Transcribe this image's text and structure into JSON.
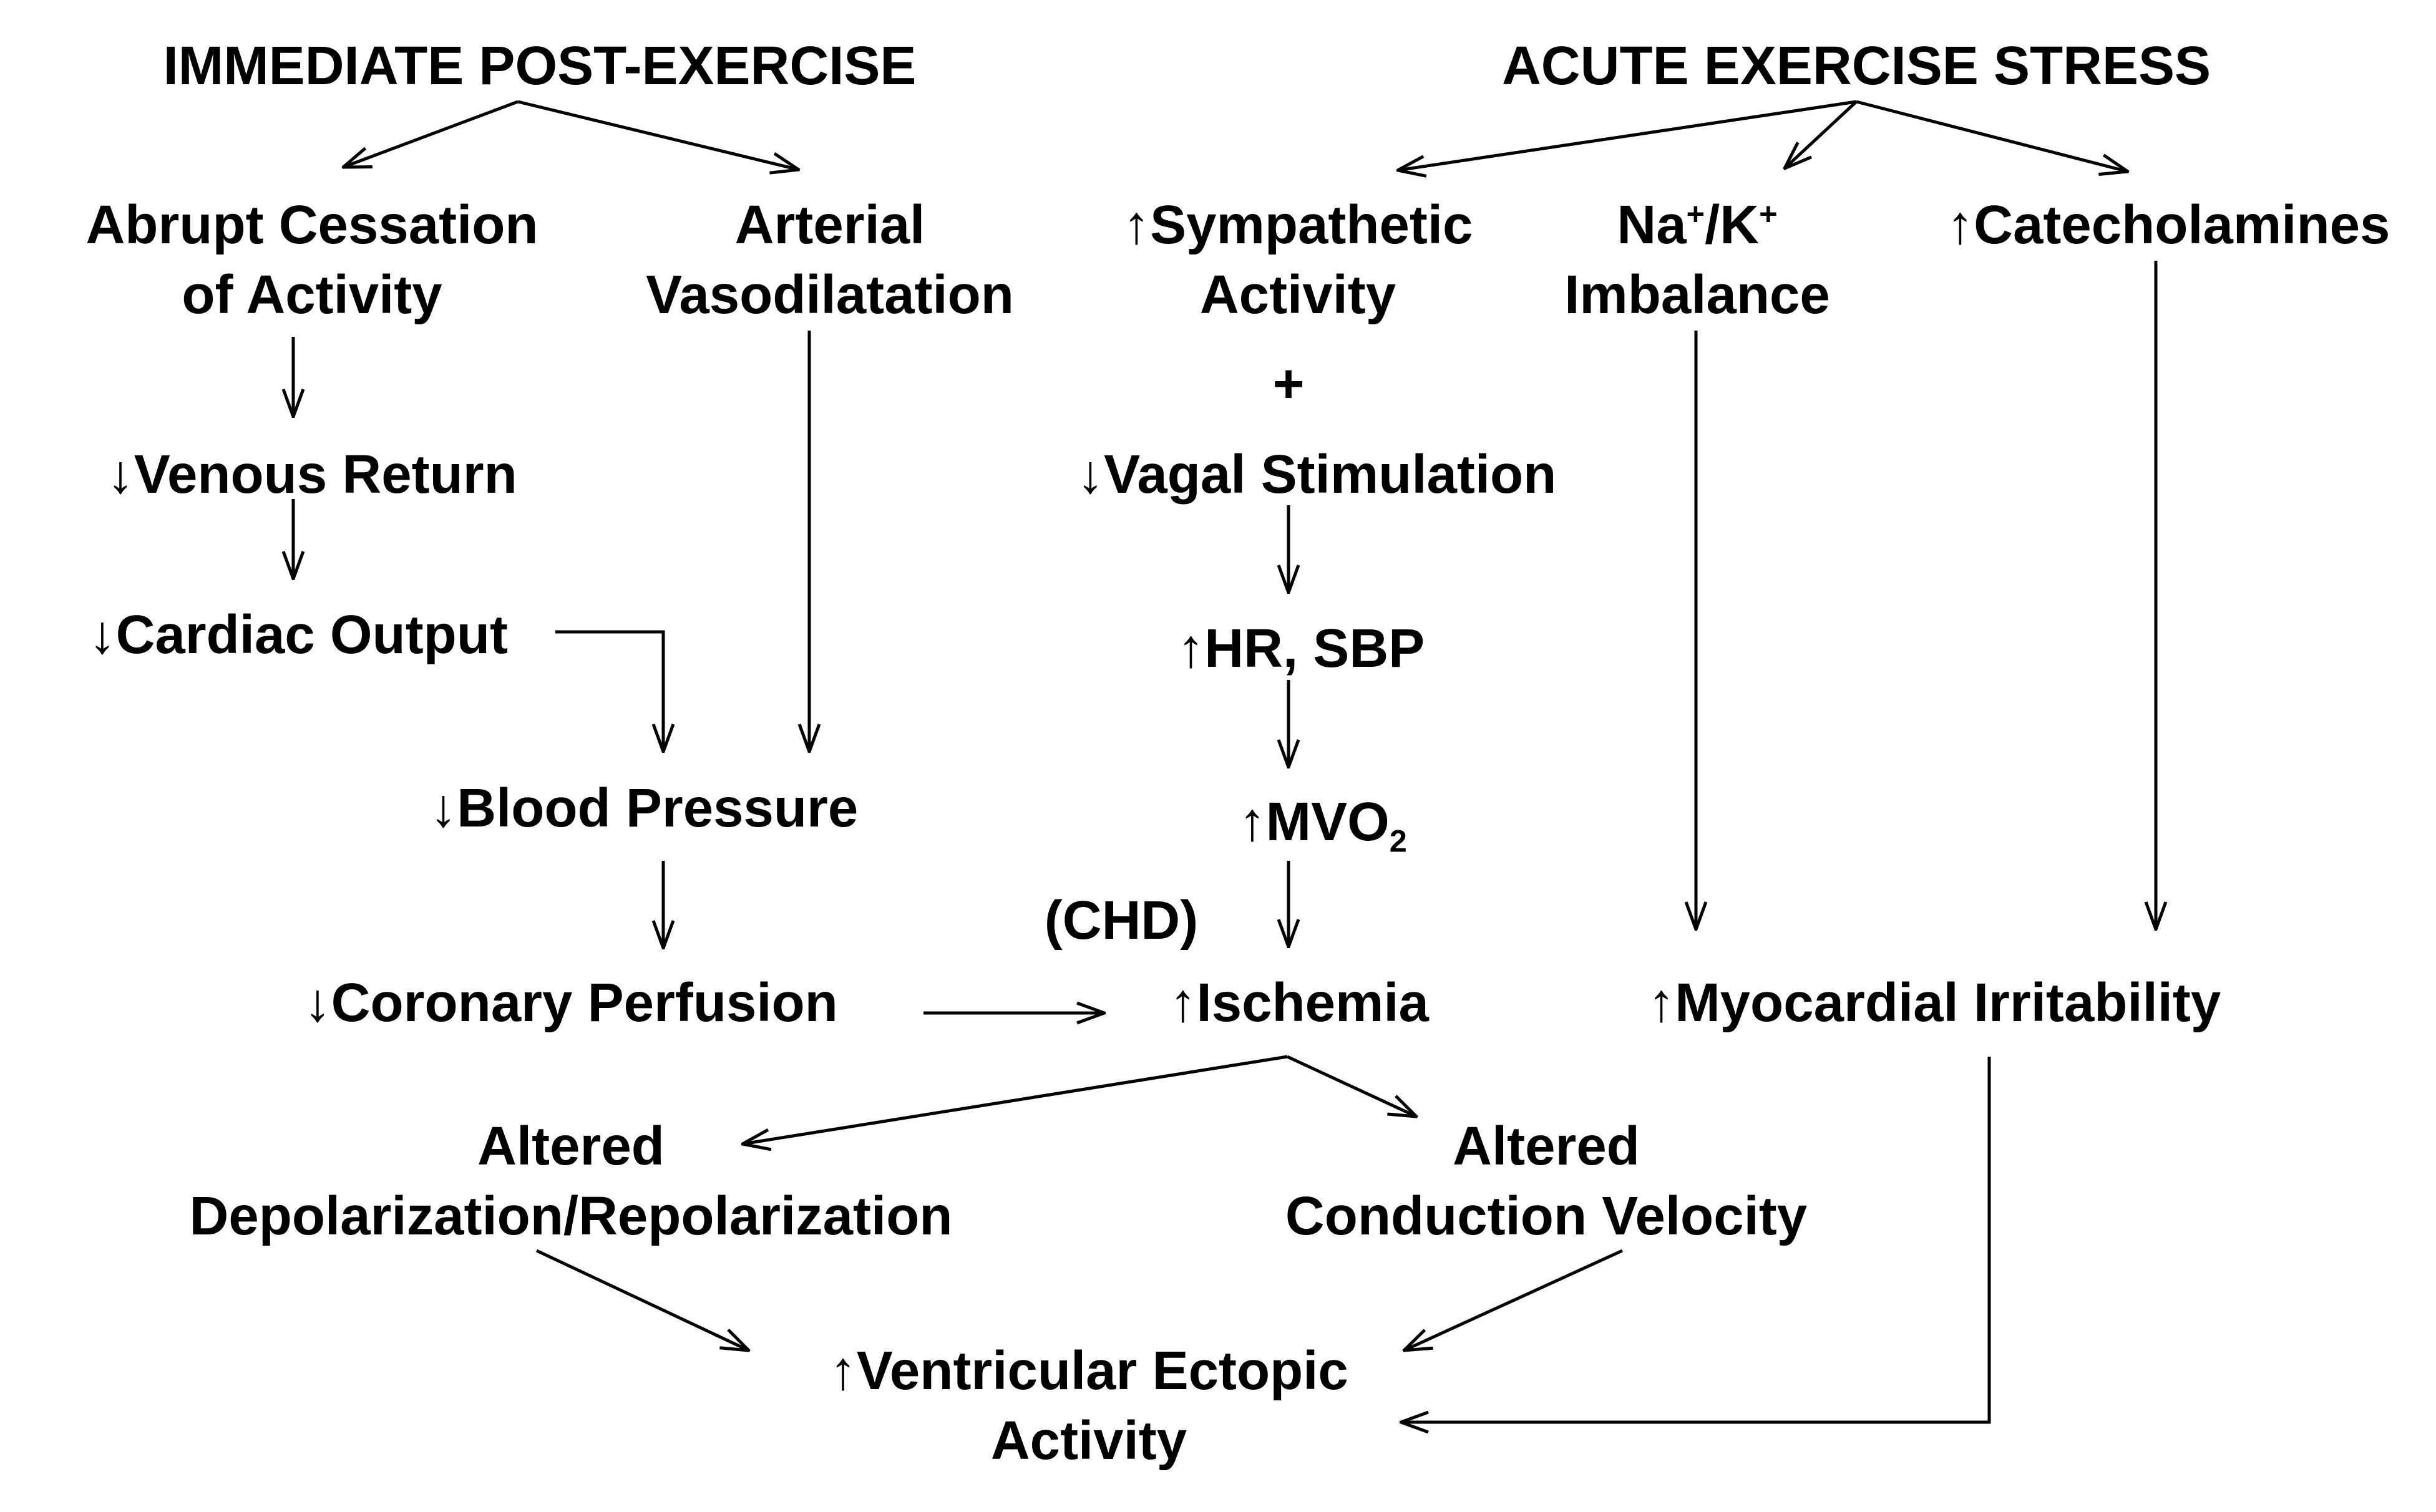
{
  "nodes": [
    {
      "id": "post",
      "lines": [
        "IMMEDIATE POST-EXERCISE"
      ]
    },
    {
      "id": "stress",
      "lines": [
        "ACUTE EXERCISE STRESS"
      ]
    },
    {
      "id": "abrupt",
      "lines": [
        "Abrupt Cessation",
        "of Activity"
      ]
    },
    {
      "id": "vasodil",
      "lines": [
        "Arterial",
        "Vasodilatation"
      ]
    },
    {
      "id": "symp",
      "lines": [
        "↑Sympathetic",
        "Activity"
      ]
    },
    {
      "id": "plus",
      "lines": [
        "+"
      ]
    },
    {
      "id": "nak",
      "lines": [
        "Na⁺/K⁺",
        "Imbalance"
      ]
    },
    {
      "id": "catechol",
      "lines": [
        "↑Catecholamines"
      ]
    },
    {
      "id": "venous",
      "lines": [
        "↓Venous Return"
      ]
    },
    {
      "id": "vagal",
      "lines": [
        "↓Vagal Stimulation"
      ]
    },
    {
      "id": "cardiac",
      "lines": [
        "↓Cardiac Output"
      ]
    },
    {
      "id": "hr",
      "lines": [
        "↑HR, SBP"
      ]
    },
    {
      "id": "bp",
      "lines": [
        "↓Blood Pressure"
      ]
    },
    {
      "id": "mvo2",
      "lines": [
        "↑MVO₂"
      ]
    },
    {
      "id": "chd",
      "lines": [
        "(CHD)"
      ]
    },
    {
      "id": "coronary",
      "lines": [
        "↓Coronary Perfusion"
      ]
    },
    {
      "id": "ischemia",
      "lines": [
        "↑Ischemia"
      ]
    },
    {
      "id": "myo",
      "lines": [
        "↑Myocardial Irritability"
      ]
    },
    {
      "id": "depol",
      "lines": [
        "Altered",
        "Depolarization/Repolarization"
      ]
    },
    {
      "id": "conduction",
      "lines": [
        "Altered",
        "Conduction Velocity"
      ]
    },
    {
      "id": "ventricular",
      "lines": [
        "↑Ventricular Ectopic",
        "Activity"
      ]
    }
  ],
  "edges": [
    {
      "from": "post",
      "to": "abrupt"
    },
    {
      "from": "post",
      "to": "vasodil"
    },
    {
      "from": "stress",
      "to": "symp"
    },
    {
      "from": "stress",
      "to": "nak"
    },
    {
      "from": "stress",
      "to": "catechol"
    },
    {
      "from": "abrupt",
      "to": "venous"
    },
    {
      "from": "venous",
      "to": "cardiac"
    },
    {
      "from": "cardiac",
      "to": "bp"
    },
    {
      "from": "vasodil",
      "to": "bp"
    },
    {
      "from": "bp",
      "to": "coronary"
    },
    {
      "from": "coronary",
      "to": "ischemia"
    },
    {
      "from": "vagal",
      "to": "hr"
    },
    {
      "from": "hr",
      "to": "mvo2"
    },
    {
      "from": "mvo2",
      "to": "ischemia"
    },
    {
      "from": "nak",
      "to": "myo"
    },
    {
      "from": "catechol",
      "to": "myo"
    },
    {
      "from": "ischemia",
      "to": "depol"
    },
    {
      "from": "ischemia",
      "to": "conduction"
    },
    {
      "from": "depol",
      "to": "ventricular"
    },
    {
      "from": "conduction",
      "to": "ventricular"
    },
    {
      "from": "myo",
      "to": "ventricular"
    }
  ]
}
